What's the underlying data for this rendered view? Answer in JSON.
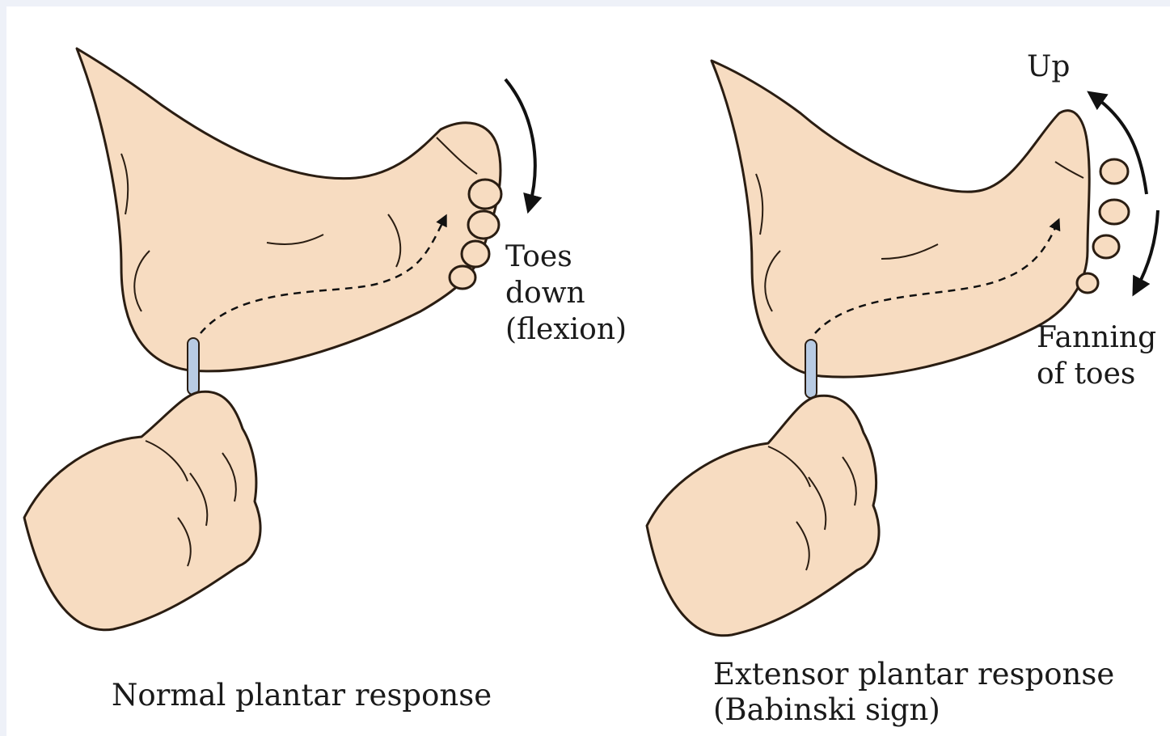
{
  "figure": {
    "panels": [
      {
        "caption": "Normal plantar response",
        "annotation_lines": [
          "Toes",
          "down",
          "(flexion)"
        ]
      },
      {
        "caption_lines": [
          "Extensor plantar response",
          "(Babinski sign)"
        ],
        "annotation_up": "Up",
        "annotation_fanning_lines": [
          "Fanning",
          "of toes"
        ]
      }
    ]
  },
  "colors": {
    "skin": "#f7dcc1",
    "skin_shadow": "#ecc5a3",
    "outline": "#2a1d12",
    "instrument": "#b8cbe3",
    "arrow": "#111111"
  }
}
